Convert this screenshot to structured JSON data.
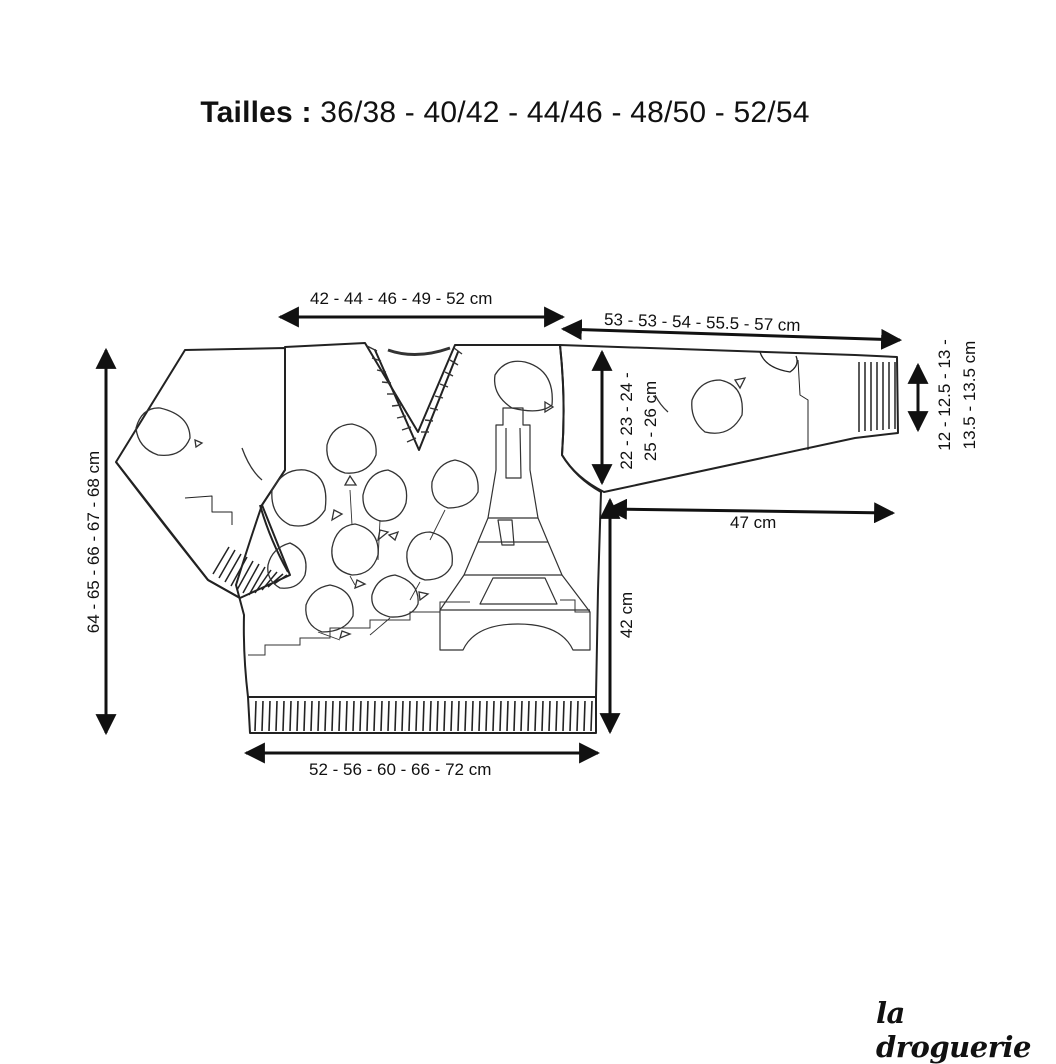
{
  "header": {
    "label": "Tailles :",
    "sizes": "36/38 - 40/42 - 44/46 - 48/50 - 52/54"
  },
  "measurements": {
    "shoulder_width": "42 - 44 - 46 - 49 - 52 cm",
    "sleeve_length": "53 - 53 - 54 - 55.5 - 57 cm",
    "armhole_line1": "22 - 23 - 24 -",
    "armhole_line2": "25 - 26 cm",
    "cuff_line1": "12 - 12.5 - 13 -",
    "cuff_line2": "13.5 - 13.5 cm",
    "sleeve_bottom": "47 cm",
    "body_length": "64 - 65 - 66 - 67 - 68 cm",
    "side_length": "42 cm",
    "hem_width": "52 - 56 - 60 - 66 - 72 cm"
  },
  "brand": {
    "logo": "la droguerie"
  }
}
